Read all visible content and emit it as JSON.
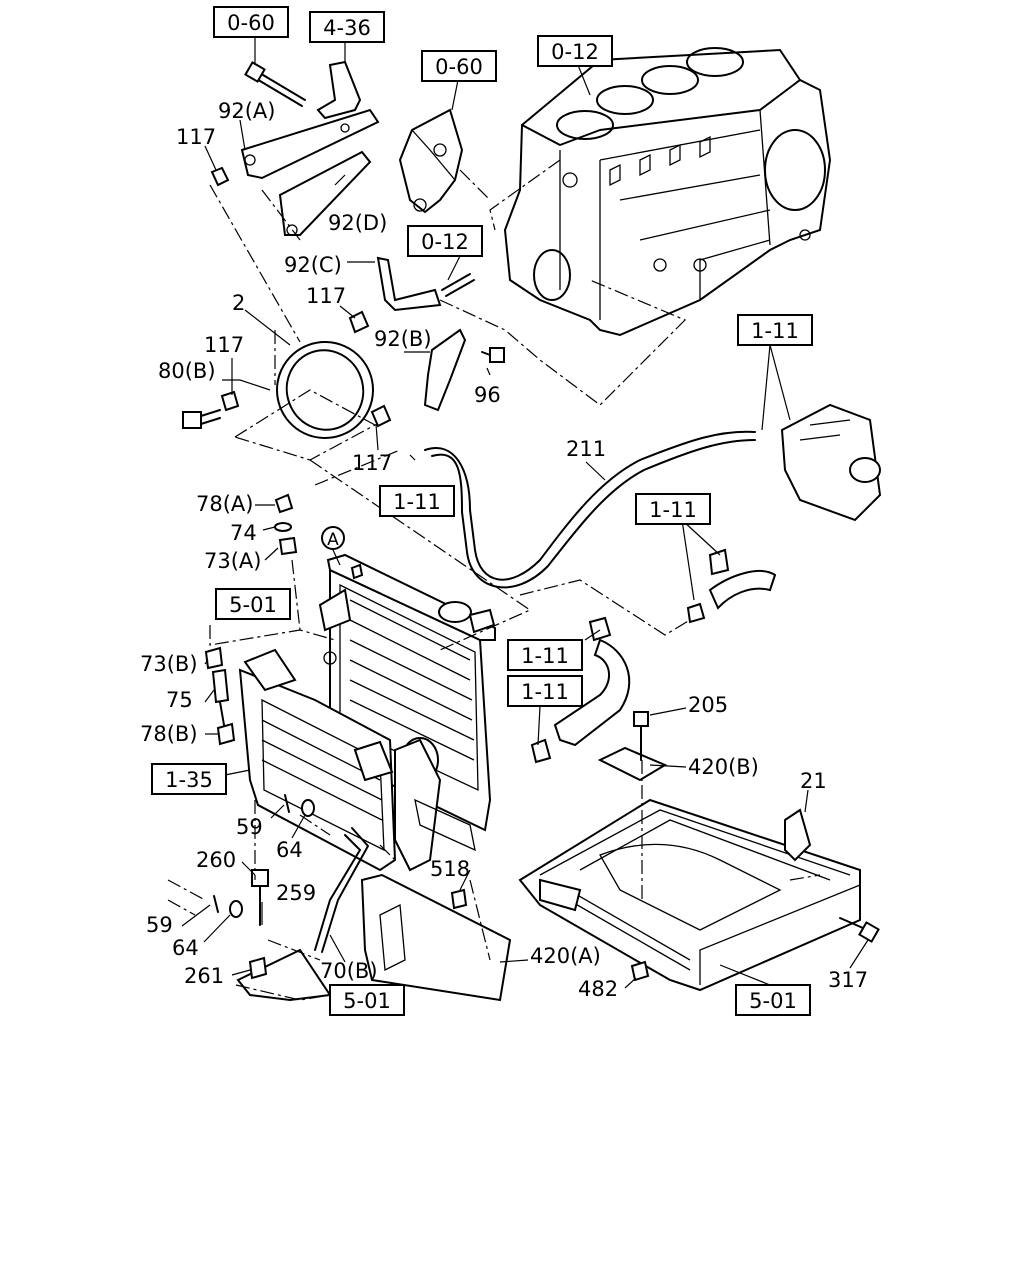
{
  "ref_boxes": [
    {
      "id": "0-60-top",
      "text": "0-60"
    },
    {
      "id": "4-36",
      "text": "4-36"
    },
    {
      "id": "0-60-mid",
      "text": "0-60"
    },
    {
      "id": "0-12-top",
      "text": "0-12"
    },
    {
      "id": "0-12-mid",
      "text": "0-12"
    },
    {
      "id": "1-11-right",
      "text": "1-11"
    },
    {
      "id": "1-11-center",
      "text": "1-11"
    },
    {
      "id": "1-11-hose",
      "text": "1-11"
    },
    {
      "id": "1-11-lower-a",
      "text": "1-11"
    },
    {
      "id": "1-11-lower-b",
      "text": "1-11"
    },
    {
      "id": "5-01-upper",
      "text": "5-01"
    },
    {
      "id": "1-35",
      "text": "1-35"
    },
    {
      "id": "5-01-bottom-left",
      "text": "5-01"
    },
    {
      "id": "5-01-bottom-right",
      "text": "5-01"
    }
  ],
  "part_labels": [
    {
      "id": "92A",
      "text": "92(A)"
    },
    {
      "id": "117a",
      "text": "117"
    },
    {
      "id": "92D",
      "text": "92(D)"
    },
    {
      "id": "92C",
      "text": "92(C)"
    },
    {
      "id": "117b",
      "text": "117"
    },
    {
      "id": "2",
      "text": "2"
    },
    {
      "id": "117c",
      "text": "117"
    },
    {
      "id": "80B",
      "text": "80(B)"
    },
    {
      "id": "92B",
      "text": "92(B)"
    },
    {
      "id": "96",
      "text": "96"
    },
    {
      "id": "117d",
      "text": "117"
    },
    {
      "id": "211",
      "text": "211"
    },
    {
      "id": "78A",
      "text": "78(A)"
    },
    {
      "id": "74",
      "text": "74"
    },
    {
      "id": "73A",
      "text": "73(A)"
    },
    {
      "id": "73B",
      "text": "73(B)"
    },
    {
      "id": "75",
      "text": "75"
    },
    {
      "id": "78B",
      "text": "78(B)"
    },
    {
      "id": "205",
      "text": "205"
    },
    {
      "id": "420B",
      "text": "420(B)"
    },
    {
      "id": "21",
      "text": "21"
    },
    {
      "id": "59a",
      "text": "59"
    },
    {
      "id": "64a",
      "text": "64"
    },
    {
      "id": "260",
      "text": "260"
    },
    {
      "id": "259",
      "text": "259"
    },
    {
      "id": "518",
      "text": "518"
    },
    {
      "id": "59b",
      "text": "59"
    },
    {
      "id": "64b",
      "text": "64"
    },
    {
      "id": "70B",
      "text": "70(B)"
    },
    {
      "id": "420A",
      "text": "420(A)"
    },
    {
      "id": "261",
      "text": "261"
    },
    {
      "id": "482",
      "text": "482"
    },
    {
      "id": "317",
      "text": "317"
    }
  ],
  "callout": {
    "text": "A"
  }
}
